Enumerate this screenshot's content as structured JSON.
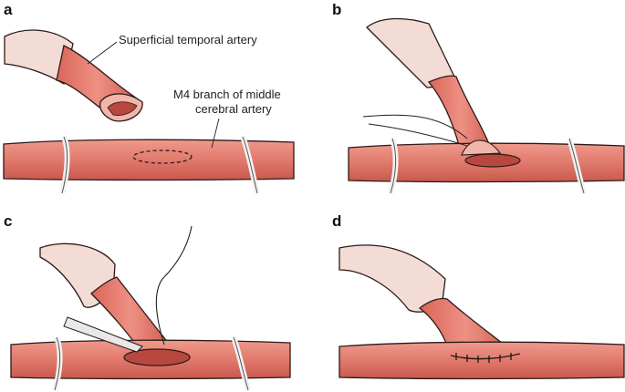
{
  "panels": [
    {
      "label": "a"
    },
    {
      "label": "b"
    },
    {
      "label": "c"
    },
    {
      "label": "d"
    }
  ],
  "annotations": {
    "sta": "Superficial temporal artery",
    "m4_line1": "M4 branch of middle",
    "m4_line2": "cerebral artery"
  },
  "colors": {
    "artery": "#e07a6c",
    "artery_dark": "#c6544a",
    "sheath": "#f4dcd6",
    "outline": "#2a1a18",
    "lumen": "#b8473f"
  }
}
